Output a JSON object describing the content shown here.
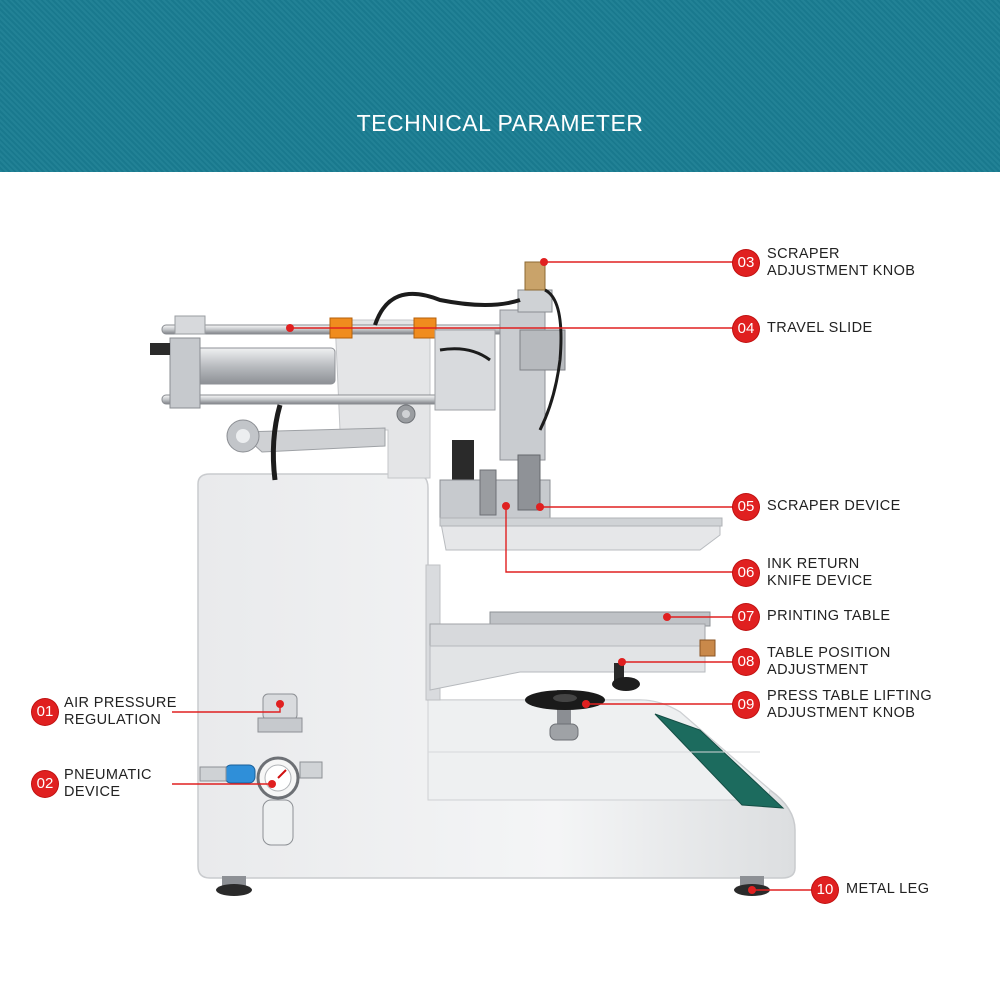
{
  "header": {
    "title": "TECHNICAL PARAMETER",
    "bg_color": "#1a7d92"
  },
  "accent_color": "#e02020",
  "callouts": [
    {
      "num": "01",
      "label": "AIR PRESSURE\nREGULATION"
    },
    {
      "num": "02",
      "label": "PNEUMATIC\nDEVICE"
    },
    {
      "num": "03",
      "label": "SCRAPER\nADJUSTMENT KNOB"
    },
    {
      "num": "04",
      "label": "TRAVEL SLIDE"
    },
    {
      "num": "05",
      "label": "SCRAPER DEVICE"
    },
    {
      "num": "06",
      "label": "INK RETURN\nKNIFE DEVICE"
    },
    {
      "num": "07",
      "label": "PRINTING TABLE"
    },
    {
      "num": "08",
      "label": "TABLE POSITION\nADJUSTMENT"
    },
    {
      "num": "09",
      "label": "PRESS TABLE LIFTING\nADJUSTMENT KNOB"
    },
    {
      "num": "10",
      "label": "METAL LEG"
    }
  ]
}
